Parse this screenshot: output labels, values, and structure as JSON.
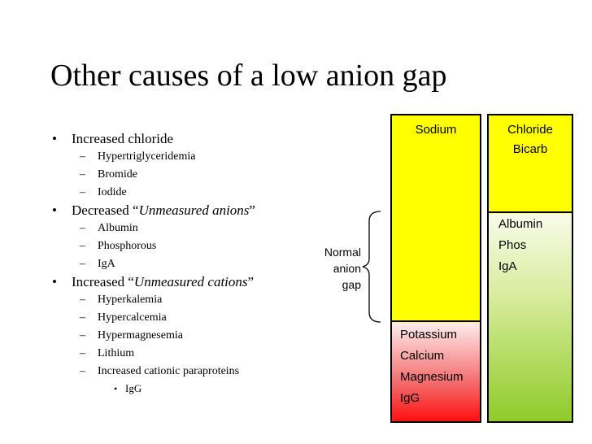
{
  "title": "Other causes of a low anion gap",
  "bullets": {
    "b1": "Increased chloride",
    "b1_items": [
      "Hypertriglyceridemia",
      "Bromide",
      "Iodide"
    ],
    "b2_prefix": "Decreased “",
    "b2_em": "Unmeasured anions",
    "b2_suffix": "”",
    "b2_items": [
      "Albumin",
      "Phosphorous",
      "IgA"
    ],
    "b3_prefix": "Increased “",
    "b3_em": "Unmeasured cations",
    "b3_suffix": "”",
    "b3_items": [
      "Hyperkalemia",
      "Hypercalcemia",
      "Hypermagnesemia",
      "Lithium",
      "Increased cationic paraproteins"
    ],
    "b3_sub": "IgG"
  },
  "diagram": {
    "sodium_label": "Sodium",
    "sodium_items": [
      "Potassium",
      "Calcium",
      "Magnesium",
      "IgG"
    ],
    "chloride_label": "Chloride",
    "bicarb_label": "Bicarb",
    "chloride_items": [
      "Albumin",
      "Phos",
      "IgA"
    ],
    "bracket_lines": [
      "Normal",
      "anion",
      "gap"
    ]
  },
  "colors": {
    "yellow": "#ffff00",
    "red": "#ff1010",
    "green": "#8fcb2a"
  }
}
